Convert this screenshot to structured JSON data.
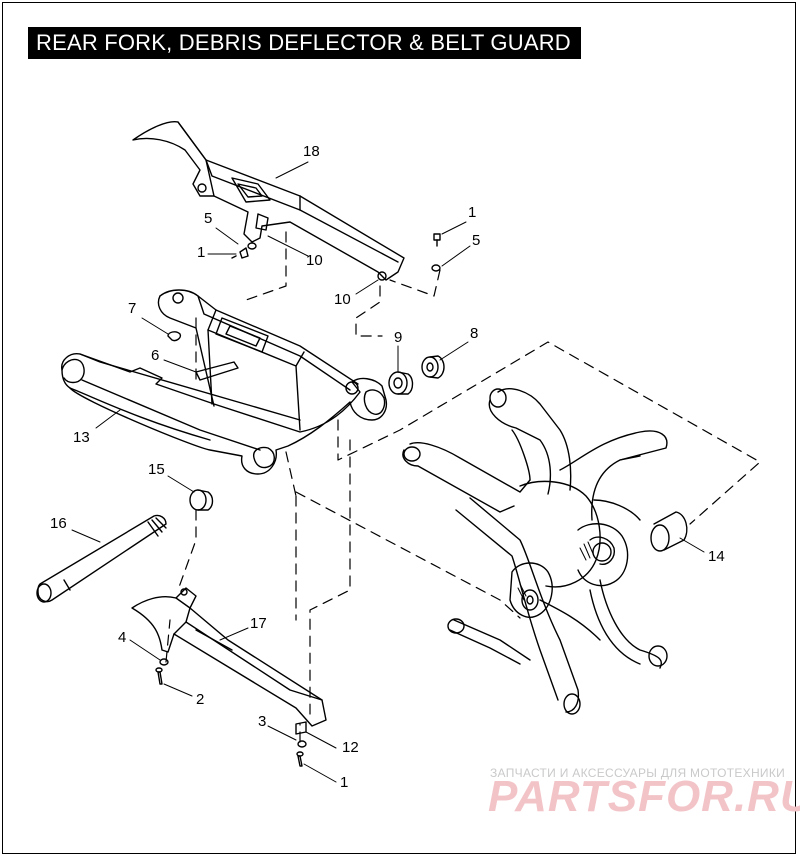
{
  "title": "REAR FORK, DEBRIS DEFLECTOR & BELT GUARD",
  "callouts": [
    {
      "id": "c18",
      "text": "18"
    },
    {
      "id": "c5a",
      "text": "5"
    },
    {
      "id": "c1a",
      "text": "1"
    },
    {
      "id": "c10a",
      "text": "10"
    },
    {
      "id": "c1b",
      "text": "1"
    },
    {
      "id": "c5b",
      "text": "5"
    },
    {
      "id": "c10b",
      "text": "10"
    },
    {
      "id": "c7",
      "text": "7"
    },
    {
      "id": "c6",
      "text": "6"
    },
    {
      "id": "c9",
      "text": "9"
    },
    {
      "id": "c8",
      "text": "8"
    },
    {
      "id": "c13",
      "text": "13"
    },
    {
      "id": "c15",
      "text": "15"
    },
    {
      "id": "c16",
      "text": "16"
    },
    {
      "id": "c14",
      "text": "14"
    },
    {
      "id": "c17",
      "text": "17"
    },
    {
      "id": "c4",
      "text": "4"
    },
    {
      "id": "c2",
      "text": "2"
    },
    {
      "id": "c3",
      "text": "3"
    },
    {
      "id": "c12",
      "text": "12"
    },
    {
      "id": "c1c",
      "text": "1"
    }
  ],
  "watermark": {
    "tagline": "ЗАПЧАСТИ И АКСЕССУАРЫ ДЛЯ МОТОТЕХНИКИ",
    "logo": "PARTSFOR.RU",
    "color": "#e8a0a6"
  }
}
